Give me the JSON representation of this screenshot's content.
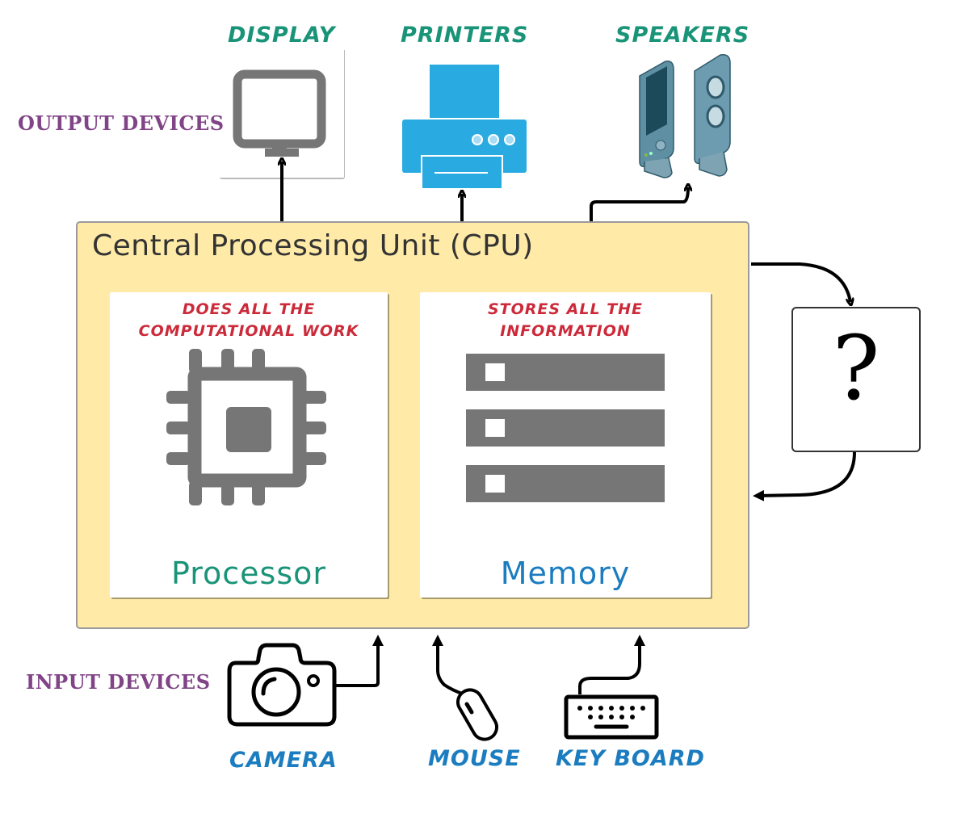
{
  "groups": {
    "output_label": "OUTPUT DEVICES",
    "input_label": "INPUT DEVICES"
  },
  "output_devices": [
    {
      "label": "DISPLAY",
      "icon": "monitor-icon"
    },
    {
      "label": "PRINTERS",
      "icon": "printer-icon"
    },
    {
      "label": "SPEAKERS",
      "icon": "speakers-icon"
    }
  ],
  "input_devices": [
    {
      "label": "CAMERA",
      "icon": "camera-icon"
    },
    {
      "label": "MOUSE",
      "icon": "mouse-icon"
    },
    {
      "label": "KEY BOARD",
      "icon": "keyboard-icon"
    }
  ],
  "cpu": {
    "title": "Central Processing Unit (CPU)",
    "processor": {
      "caption_line1": "DOES ALL THE",
      "caption_line2": "COMPUTATIONAL WORK",
      "name": "Processor",
      "icon": "chip-icon"
    },
    "memory": {
      "caption_line1": "STORES ALL THE",
      "caption_line2": "INFORMATION",
      "name": "Memory",
      "icon": "memory-stack-icon"
    }
  },
  "unknown_box": {
    "symbol": "?"
  },
  "colors": {
    "output_label": "#1a9478",
    "input_label": "#1b7dbf",
    "group_label": "#804487",
    "caption": "#cc2a3a",
    "processor_name": "#1a9478",
    "memory_name": "#1b7dbf",
    "cpu_fill": "#ffeaa7",
    "icon_gray": "#767676",
    "printer_blue": "#29abe2"
  }
}
